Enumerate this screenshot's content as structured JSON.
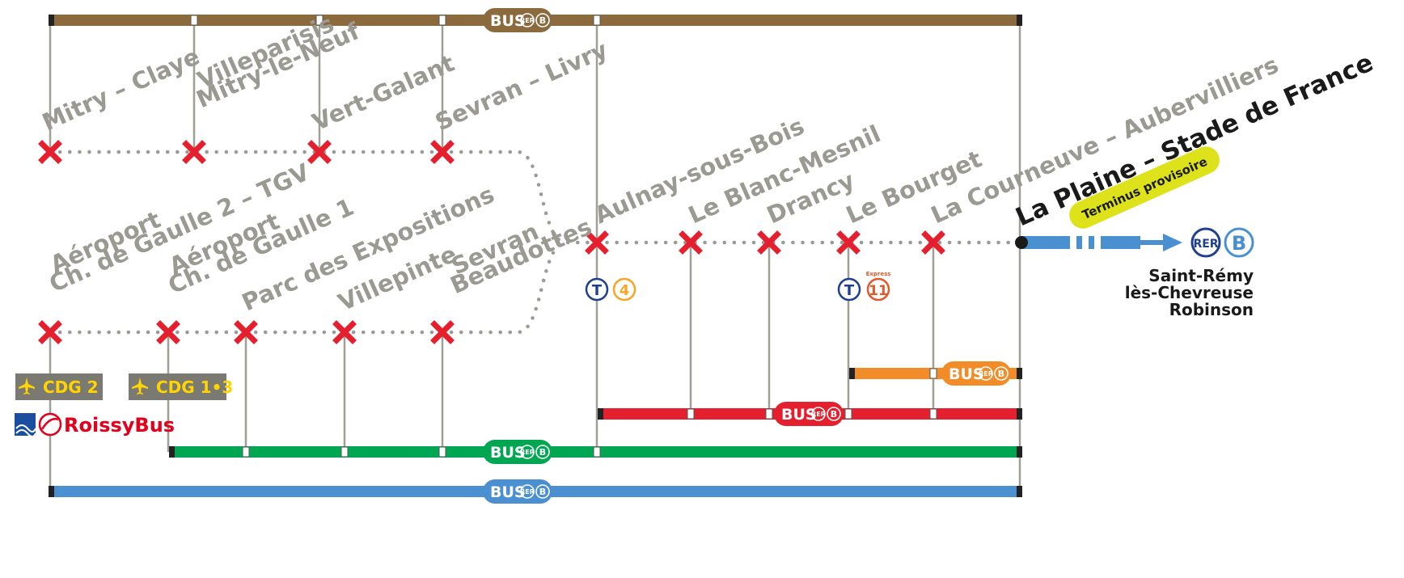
{
  "colors": {
    "brown": "#8b6a3e",
    "green": "#00a651",
    "blue": "#4a90d0",
    "red": "#e4202e",
    "orange": "#f28c28",
    "grey_line": "#a09f96",
    "dotted": "#9b9b95",
    "cross": "#e4202e",
    "tram": "#1f3f8f",
    "tram4": "#f5a623",
    "tram11": "#e05a2b",
    "rer_blue": "#1f3f8f",
    "rer_b": "#4a90d0",
    "term_yellow": "#dde21a",
    "cdg_box": "#7a7a72"
  },
  "stations": [
    {
      "id": "mitry",
      "lines": [
        "Mitry – Claye"
      ]
    },
    {
      "id": "villeparisis",
      "lines": [
        "Villeparisis",
        "Mitry-le-Neuf"
      ]
    },
    {
      "id": "vertgalant",
      "lines": [
        "Vert-Galant"
      ]
    },
    {
      "id": "sevranlivry",
      "lines": [
        "Sevran – Livry"
      ]
    },
    {
      "id": "cdg2",
      "lines": [
        "Aéroport",
        "Ch. de Gaulle 2 – TGV"
      ]
    },
    {
      "id": "cdg1",
      "lines": [
        "Aéroport",
        "Ch. de Gaulle 1"
      ]
    },
    {
      "id": "parc",
      "lines": [
        "Parc des Expositions"
      ]
    },
    {
      "id": "villepinte",
      "lines": [
        "Villepinte"
      ]
    },
    {
      "id": "beaudottes",
      "lines": [
        "Sevran",
        "Beaudottes"
      ]
    },
    {
      "id": "aulnay",
      "lines": [
        "Aulnay-sous-Bois"
      ]
    },
    {
      "id": "blancmesnil",
      "lines": [
        "Le Blanc-Mesnil"
      ]
    },
    {
      "id": "drancy",
      "lines": [
        "Drancy"
      ]
    },
    {
      "id": "bourget",
      "lines": [
        "Le Bourget"
      ]
    },
    {
      "id": "courneuve",
      "lines": [
        "La Courneuve – Aubervilliers"
      ]
    }
  ],
  "terminus": {
    "name": "La Plaine – Stade de France",
    "badge": "Terminus provisoire"
  },
  "destination": {
    "rer": "RER",
    "line": "B",
    "lines": [
      "Saint-Rémy",
      "lès-Chevreuse",
      "Robinson"
    ]
  },
  "bus": {
    "label": "BUS",
    "rer": "RER",
    "line": "B"
  },
  "tram": {
    "symbol": "T",
    "t4": "4",
    "t11": "11",
    "express": "Express"
  },
  "airport": {
    "cdg2": "CDG 2",
    "cdg13": "CDG 1•3",
    "roissybus": "RoissyBus"
  }
}
